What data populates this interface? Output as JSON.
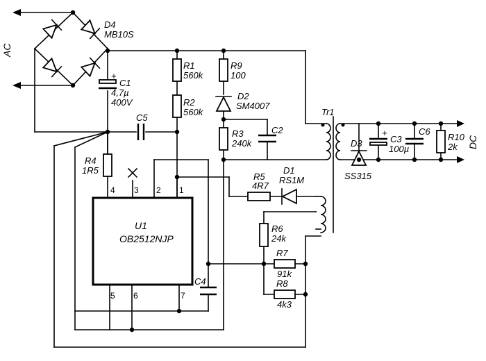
{
  "labels": {
    "ac": "AC",
    "dc": "DC",
    "d4_ref": "D4",
    "d4_part": "MB10S",
    "c1_plus": "+",
    "c1_ref": "C1",
    "c1_val1": "4,7µ",
    "c1_val2": "400V",
    "r1_ref": "R1",
    "r1_val": "560k",
    "r2_ref": "R2",
    "r2_val": "560k",
    "r9_ref": "R9",
    "r9_val": "100",
    "d2_ref": "D2",
    "d2_part": "SM4007",
    "r3_ref": "R3",
    "r3_val": "240k",
    "c2_ref": "C2",
    "c5_ref": "C5",
    "tr1_ref": "Tr1",
    "r4_ref": "R4",
    "r4_val": "1R5",
    "r5_ref": "R5",
    "r5_val": "4R7",
    "d1_ref": "D1",
    "d1_part": "RS1M",
    "r6_ref": "R6",
    "r6_val": "24k",
    "r7_ref": "R7",
    "r7_val": "91k",
    "r8_ref": "R8",
    "r8_val": "4k3",
    "c4_ref": "C4",
    "u1_ref": "U1",
    "u1_part": "OB2512NJP",
    "pin1": "1",
    "pin2": "2",
    "pin3": "3",
    "pin4": "4",
    "pin5": "5",
    "pin6": "6",
    "pin7": "7",
    "d3_ref": "D3",
    "d3_part": "SS315",
    "c3_plus": "+",
    "c3_ref": "C3",
    "c3_val": "100µ",
    "c6_ref": "C6",
    "r10_ref": "R10",
    "r10_val": "2k"
  }
}
